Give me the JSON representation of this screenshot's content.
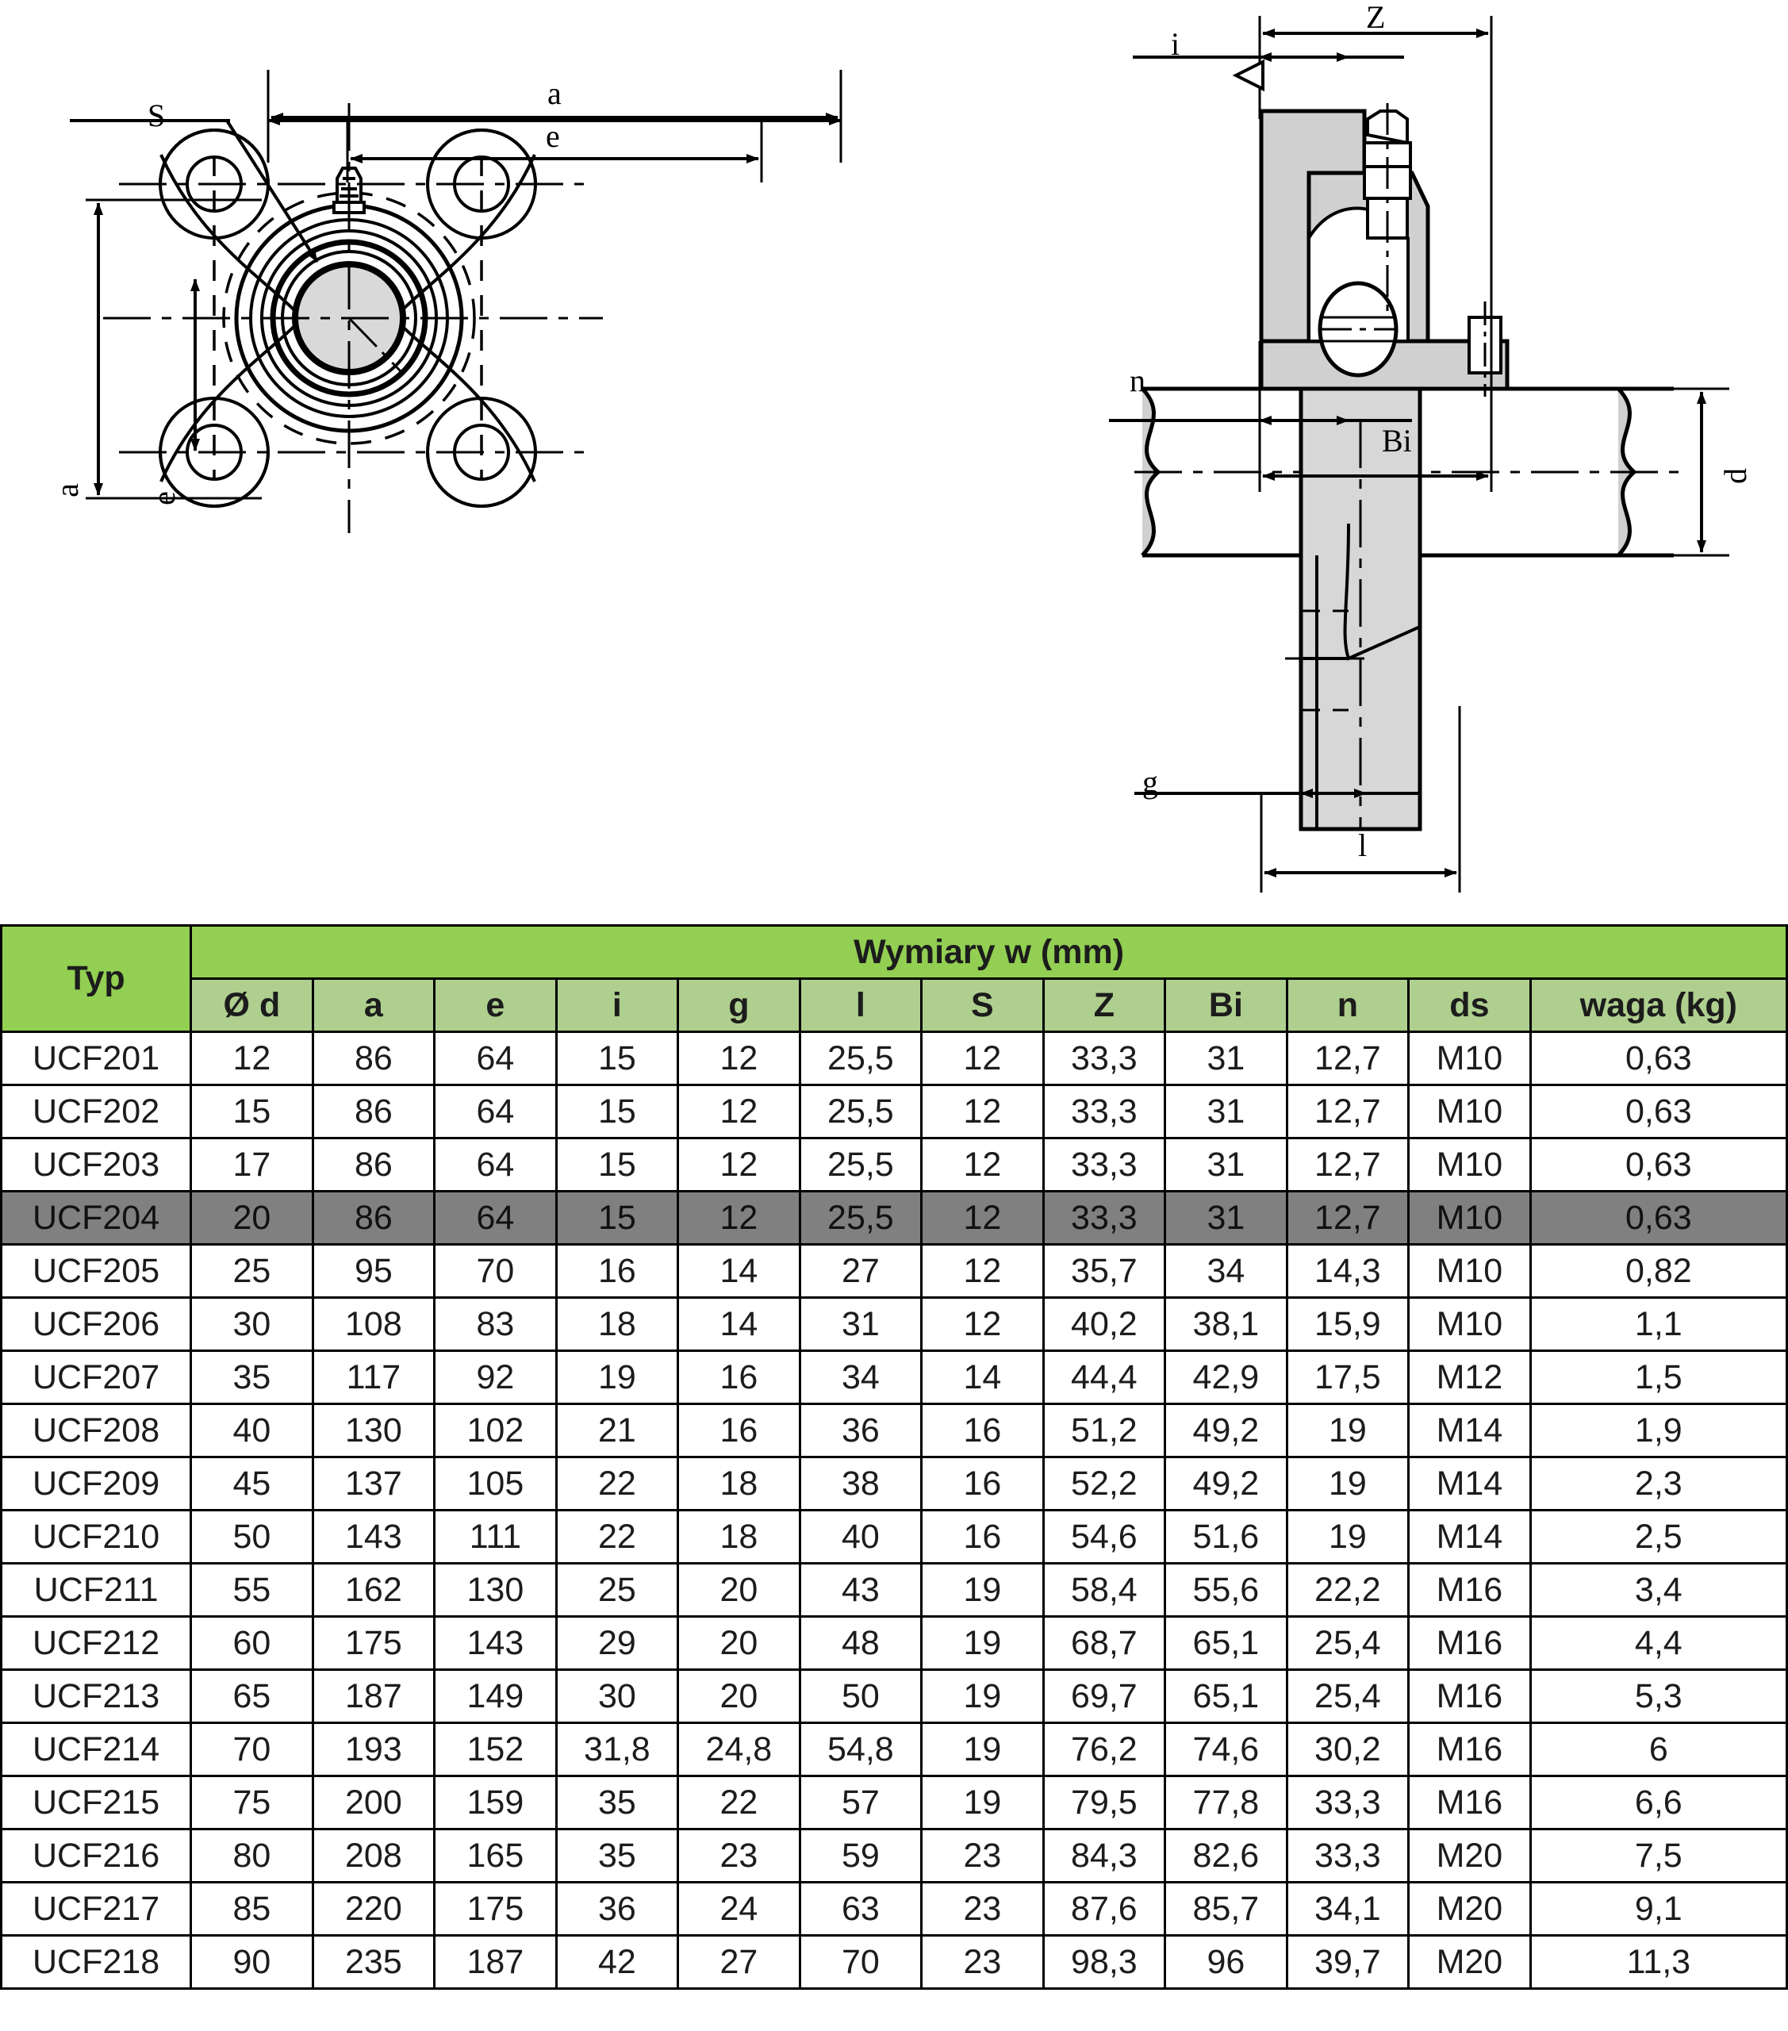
{
  "drawing": {
    "front_view": {
      "labels": [
        {
          "name": "dim-S",
          "text": "S"
        },
        {
          "name": "dim-a-top",
          "text": "a"
        },
        {
          "name": "dim-e-top",
          "text": "e"
        },
        {
          "name": "dim-a-left",
          "text": "a"
        },
        {
          "name": "dim-e-left",
          "text": "e"
        }
      ]
    },
    "side_view": {
      "labels": [
        {
          "name": "dim-Z",
          "text": "Z"
        },
        {
          "name": "dim-i",
          "text": "i"
        },
        {
          "name": "dim-n",
          "text": "n"
        },
        {
          "name": "dim-Bi",
          "text": "Bi"
        },
        {
          "name": "dim-d",
          "text": "d"
        },
        {
          "name": "dim-g",
          "text": "g"
        },
        {
          "name": "dim-l",
          "text": "l"
        }
      ]
    }
  },
  "table": {
    "group_header": "Wymiary w (mm)",
    "type_header": "Typ",
    "columns": [
      "Ø d",
      "a",
      "e",
      "i",
      "g",
      "l",
      "S",
      "Z",
      "Bi",
      "n",
      "ds",
      "waga (kg)"
    ],
    "highlight_row_type": "UCF204",
    "colors": {
      "header_green": "#92CF52",
      "subheader_green": "#AFCF8F",
      "highlight_gray": "#808080",
      "row_white": "#FFFFFF",
      "border": "#000000"
    },
    "rows": [
      {
        "typ": "UCF201",
        "d": "12",
        "a": "86",
        "e": "64",
        "i": "15",
        "g": "12",
        "l": "25,5",
        "S": "12",
        "Z": "33,3",
        "Bi": "31",
        "n": "12,7",
        "ds": "M10",
        "waga": "0,63"
      },
      {
        "typ": "UCF202",
        "d": "15",
        "a": "86",
        "e": "64",
        "i": "15",
        "g": "12",
        "l": "25,5",
        "S": "12",
        "Z": "33,3",
        "Bi": "31",
        "n": "12,7",
        "ds": "M10",
        "waga": "0,63"
      },
      {
        "typ": "UCF203",
        "d": "17",
        "a": "86",
        "e": "64",
        "i": "15",
        "g": "12",
        "l": "25,5",
        "S": "12",
        "Z": "33,3",
        "Bi": "31",
        "n": "12,7",
        "ds": "M10",
        "waga": "0,63"
      },
      {
        "typ": "UCF204",
        "d": "20",
        "a": "86",
        "e": "64",
        "i": "15",
        "g": "12",
        "l": "25,5",
        "S": "12",
        "Z": "33,3",
        "Bi": "31",
        "n": "12,7",
        "ds": "M10",
        "waga": "0,63"
      },
      {
        "typ": "UCF205",
        "d": "25",
        "a": "95",
        "e": "70",
        "i": "16",
        "g": "14",
        "l": "27",
        "S": "12",
        "Z": "35,7",
        "Bi": "34",
        "n": "14,3",
        "ds": "M10",
        "waga": "0,82"
      },
      {
        "typ": "UCF206",
        "d": "30",
        "a": "108",
        "e": "83",
        "i": "18",
        "g": "14",
        "l": "31",
        "S": "12",
        "Z": "40,2",
        "Bi": "38,1",
        "n": "15,9",
        "ds": "M10",
        "waga": "1,1"
      },
      {
        "typ": "UCF207",
        "d": "35",
        "a": "117",
        "e": "92",
        "i": "19",
        "g": "16",
        "l": "34",
        "S": "14",
        "Z": "44,4",
        "Bi": "42,9",
        "n": "17,5",
        "ds": "M12",
        "waga": "1,5"
      },
      {
        "typ": "UCF208",
        "d": "40",
        "a": "130",
        "e": "102",
        "i": "21",
        "g": "16",
        "l": "36",
        "S": "16",
        "Z": "51,2",
        "Bi": "49,2",
        "n": "19",
        "ds": "M14",
        "waga": "1,9"
      },
      {
        "typ": "UCF209",
        "d": "45",
        "a": "137",
        "e": "105",
        "i": "22",
        "g": "18",
        "l": "38",
        "S": "16",
        "Z": "52,2",
        "Bi": "49,2",
        "n": "19",
        "ds": "M14",
        "waga": "2,3"
      },
      {
        "typ": "UCF210",
        "d": "50",
        "a": "143",
        "e": "111",
        "i": "22",
        "g": "18",
        "l": "40",
        "S": "16",
        "Z": "54,6",
        "Bi": "51,6",
        "n": "19",
        "ds": "M14",
        "waga": "2,5"
      },
      {
        "typ": "UCF211",
        "d": "55",
        "a": "162",
        "e": "130",
        "i": "25",
        "g": "20",
        "l": "43",
        "S": "19",
        "Z": "58,4",
        "Bi": "55,6",
        "n": "22,2",
        "ds": "M16",
        "waga": "3,4"
      },
      {
        "typ": "UCF212",
        "d": "60",
        "a": "175",
        "e": "143",
        "i": "29",
        "g": "20",
        "l": "48",
        "S": "19",
        "Z": "68,7",
        "Bi": "65,1",
        "n": "25,4",
        "ds": "M16",
        "waga": "4,4"
      },
      {
        "typ": "UCF213",
        "d": "65",
        "a": "187",
        "e": "149",
        "i": "30",
        "g": "20",
        "l": "50",
        "S": "19",
        "Z": "69,7",
        "Bi": "65,1",
        "n": "25,4",
        "ds": "M16",
        "waga": "5,3"
      },
      {
        "typ": "UCF214",
        "d": "70",
        "a": "193",
        "e": "152",
        "i": "31,8",
        "g": "24,8",
        "l": "54,8",
        "S": "19",
        "Z": "76,2",
        "Bi": "74,6",
        "n": "30,2",
        "ds": "M16",
        "waga": "6"
      },
      {
        "typ": "UCF215",
        "d": "75",
        "a": "200",
        "e": "159",
        "i": "35",
        "g": "22",
        "l": "57",
        "S": "19",
        "Z": "79,5",
        "Bi": "77,8",
        "n": "33,3",
        "ds": "M16",
        "waga": "6,6"
      },
      {
        "typ": "UCF216",
        "d": "80",
        "a": "208",
        "e": "165",
        "i": "35",
        "g": "23",
        "l": "59",
        "S": "23",
        "Z": "84,3",
        "Bi": "82,6",
        "n": "33,3",
        "ds": "M20",
        "waga": "7,5"
      },
      {
        "typ": "UCF217",
        "d": "85",
        "a": "220",
        "e": "175",
        "i": "36",
        "g": "24",
        "l": "63",
        "S": "23",
        "Z": "87,6",
        "Bi": "85,7",
        "n": "34,1",
        "ds": "M20",
        "waga": "9,1"
      },
      {
        "typ": "UCF218",
        "d": "90",
        "a": "235",
        "e": "187",
        "i": "42",
        "g": "27",
        "l": "70",
        "S": "23",
        "Z": "98,3",
        "Bi": "96",
        "n": "39,7",
        "ds": "M20",
        "waga": "11,3"
      }
    ]
  }
}
